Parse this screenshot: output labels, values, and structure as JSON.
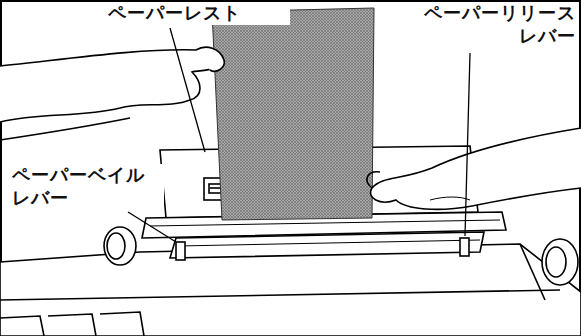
{
  "diagram": {
    "labels": [
      "ペーパーレスト",
      "ペーパーリリース レバー",
      "ペーパーベイル レバー"
    ]
  }
}
